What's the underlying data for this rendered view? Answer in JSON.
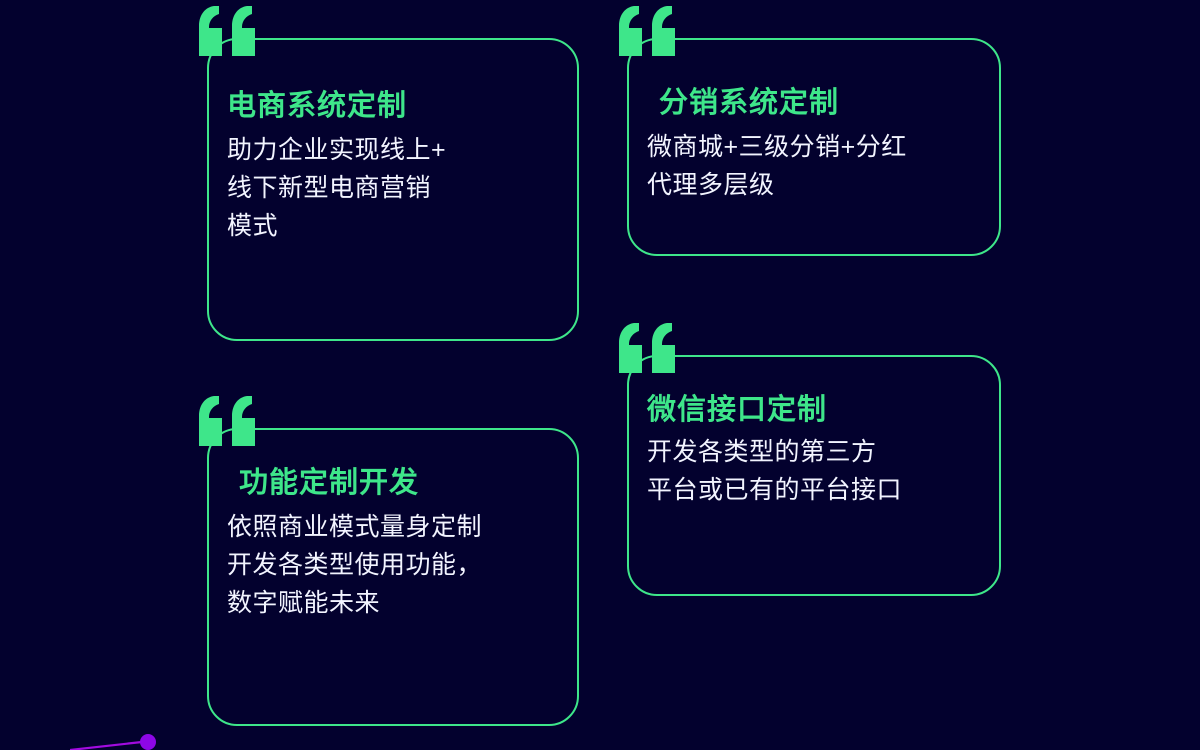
{
  "page": {
    "background_color": "#03012e",
    "accent_color": "#3ee68a",
    "text_color": "#f2f4ff",
    "decoration_color": "#a20be0"
  },
  "cards": [
    {
      "id": "ecommerce",
      "quote_icon": "quote-open-icon",
      "title": "电商系统定制",
      "description_lines": [
        "助力企业实现线上+",
        "线下新型电商营销",
        "模式"
      ]
    },
    {
      "id": "distribution",
      "quote_icon": "quote-open-icon",
      "title": "分销系统定制",
      "description_lines": [
        "微商城+三级分销+分红",
        "代理多层级"
      ]
    },
    {
      "id": "feature",
      "quote_icon": "quote-open-icon",
      "title": "功能定制开发",
      "description_lines": [
        "依照商业模式量身定制",
        "开发各类型使用功能，",
        "数字赋能未来"
      ]
    },
    {
      "id": "wechat",
      "quote_icon": "quote-open-icon",
      "title": "微信接口定制",
      "description_lines": [
        "开发各类型的第三方",
        "平台或已有的平台接口"
      ]
    }
  ],
  "decoration": {
    "name": "purple-line-dot-accent"
  }
}
